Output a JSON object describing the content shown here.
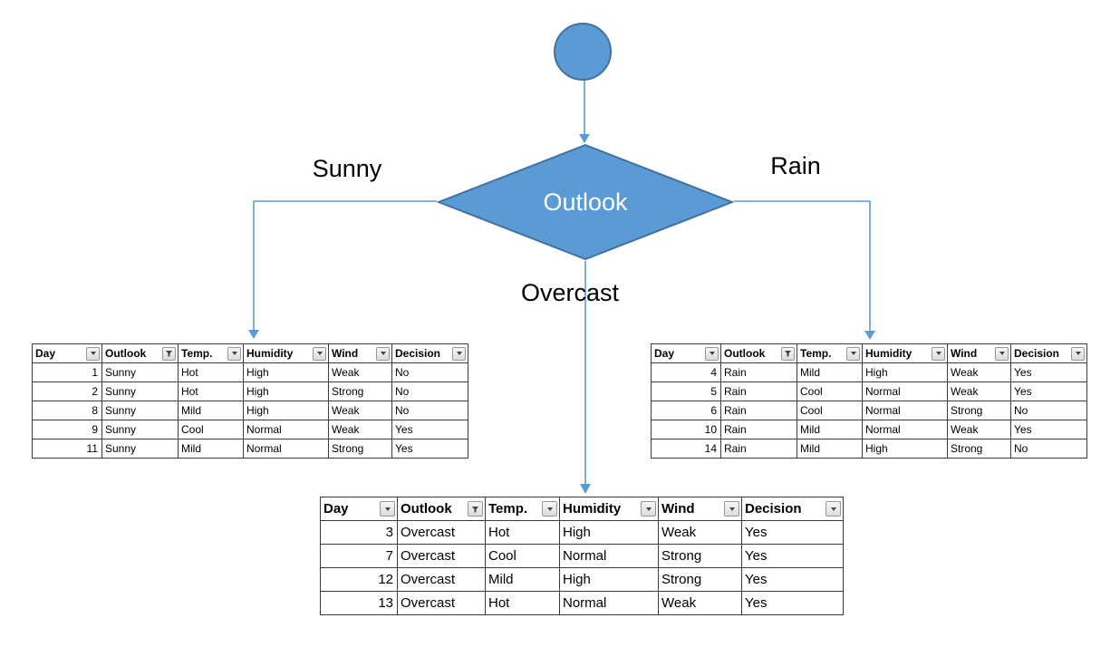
{
  "diagram": {
    "decision_label": "Outlook",
    "branches": {
      "sunny": "Sunny",
      "rain": "Rain",
      "overcast": "Overcast"
    },
    "colors": {
      "shape_fill": "#5B9BD5",
      "shape_border": "#41719C",
      "connector": "#5B9BD5",
      "table_border": "#3b3b3b",
      "filter_button_bg": "#e9e9e9"
    }
  },
  "columns": [
    {
      "label": "Day",
      "filter_icon": "dropdown-icon"
    },
    {
      "label": "Outlook",
      "filter_icon": "funnel-icon"
    },
    {
      "label": "Temp.",
      "filter_icon": "dropdown-icon"
    },
    {
      "label": "Humidity",
      "filter_icon": "dropdown-icon"
    },
    {
      "label": "Wind",
      "filter_icon": "dropdown-icon"
    },
    {
      "label": "Decision",
      "filter_icon": "dropdown-icon"
    }
  ],
  "tables": {
    "sunny": {
      "rows": [
        [
          "1",
          "Sunny",
          "Hot",
          "High",
          "Weak",
          "No"
        ],
        [
          "2",
          "Sunny",
          "Hot",
          "High",
          "Strong",
          "No"
        ],
        [
          "8",
          "Sunny",
          "Mild",
          "High",
          "Weak",
          "No"
        ],
        [
          "9",
          "Sunny",
          "Cool",
          "Normal",
          "Weak",
          "Yes"
        ],
        [
          "11",
          "Sunny",
          "Mild",
          "Normal",
          "Strong",
          "Yes"
        ]
      ]
    },
    "rain": {
      "rows": [
        [
          "4",
          "Rain",
          "Mild",
          "High",
          "Weak",
          "Yes"
        ],
        [
          "5",
          "Rain",
          "Cool",
          "Normal",
          "Weak",
          "Yes"
        ],
        [
          "6",
          "Rain",
          "Cool",
          "Normal",
          "Strong",
          "No"
        ],
        [
          "10",
          "Rain",
          "Mild",
          "Normal",
          "Weak",
          "Yes"
        ],
        [
          "14",
          "Rain",
          "Mild",
          "High",
          "Strong",
          "No"
        ]
      ]
    },
    "overcast": {
      "rows": [
        [
          "3",
          "Overcast",
          "Hot",
          "High",
          "Weak",
          "Yes"
        ],
        [
          "7",
          "Overcast",
          "Cool",
          "Normal",
          "Strong",
          "Yes"
        ],
        [
          "12",
          "Overcast",
          "Mild",
          "High",
          "Strong",
          "Yes"
        ],
        [
          "13",
          "Overcast",
          "Hot",
          "Normal",
          "Weak",
          "Yes"
        ]
      ]
    }
  }
}
